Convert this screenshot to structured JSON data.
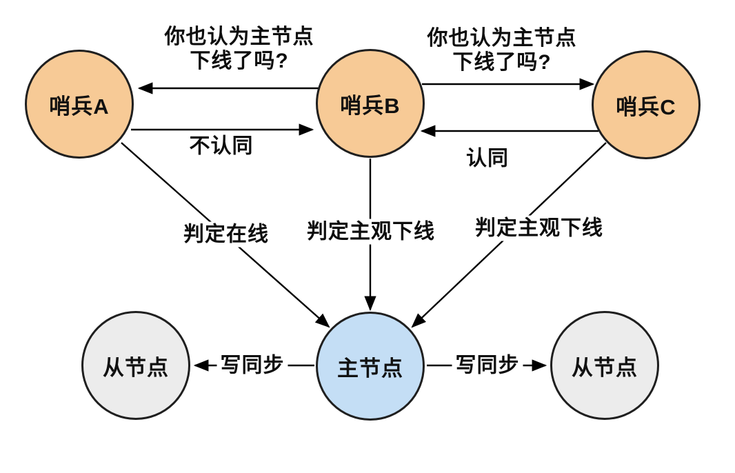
{
  "diagram": {
    "nodes": [
      {
        "id": "sentinel-a",
        "label": "哨兵A",
        "fill": "#F7CA96"
      },
      {
        "id": "sentinel-b",
        "label": "哨兵B",
        "fill": "#F7CA96"
      },
      {
        "id": "sentinel-c",
        "label": "哨兵C",
        "fill": "#F7CA96"
      },
      {
        "id": "master",
        "label": "主节点",
        "fill": "#C4DEF5"
      },
      {
        "id": "slave-left",
        "label": "从节点",
        "fill": "#ECECEC"
      },
      {
        "id": "slave-right",
        "label": "从节点",
        "fill": "#ECECEC"
      }
    ],
    "edges": [
      {
        "id": "ask-b-to-a",
        "from": "sentinel-b",
        "to": "sentinel-a",
        "label": "你也认为主节点 下线了吗?",
        "label_line1": "你也认为主节点",
        "label_line2": "下线了吗?"
      },
      {
        "id": "reply-a-to-b",
        "from": "sentinel-a",
        "to": "sentinel-b",
        "label": "不认同"
      },
      {
        "id": "ask-b-to-c",
        "from": "sentinel-b",
        "to": "sentinel-c",
        "label": "你也认为主节点 下线了吗?",
        "label_line1": "你也认为主节点",
        "label_line2": "下线了吗?"
      },
      {
        "id": "reply-c-to-b",
        "from": "sentinel-c",
        "to": "sentinel-b",
        "label": "认同"
      },
      {
        "id": "verdict-a",
        "from": "sentinel-a",
        "to": "master",
        "label": "判定在线"
      },
      {
        "id": "verdict-b",
        "from": "sentinel-b",
        "to": "master",
        "label": "判定主观下线"
      },
      {
        "id": "verdict-c",
        "from": "sentinel-c",
        "to": "master",
        "label": "判定主观下线"
      },
      {
        "id": "sync-left",
        "from": "master",
        "to": "slave-left",
        "label": "写同步"
      },
      {
        "id": "sync-right",
        "from": "master",
        "to": "slave-right",
        "label": "写同步"
      }
    ],
    "colors": {
      "sentinel_fill": "#F7CA96",
      "master_fill": "#C4DEF5",
      "slave_fill": "#ECECEC",
      "node_stroke": "#1F1F1F",
      "arrow": "#000000",
      "background": "#FFFFFF",
      "text": "#0D0D0D"
    }
  }
}
